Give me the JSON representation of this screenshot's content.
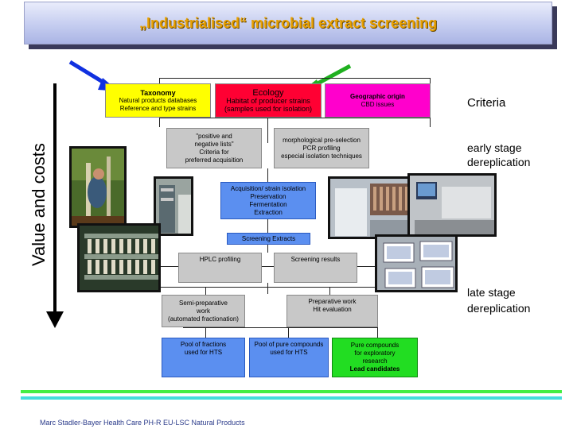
{
  "title": "„Industrialised“ microbial extract screening",
  "axis_label": "Value and costs",
  "criteria_boxes": {
    "taxonomy": {
      "heading": "Taxonomy",
      "lines": [
        "Natural products databases",
        "Reference and type strains"
      ]
    },
    "ecology": {
      "heading": "Ecology",
      "lines": [
        "Habitat of producer strains",
        "(samples used for isolation)"
      ]
    },
    "geographic": {
      "heading": "Geographic origin",
      "lines": [
        "CBD issues"
      ]
    }
  },
  "early_boxes": {
    "lists": [
      "\"positive and",
      "negative lists\"",
      "Criteria for",
      "preferred acquisition"
    ],
    "morph": [
      "morphological pre-selection",
      "PCR profiling",
      "especial isolation techniques"
    ]
  },
  "process": {
    "acquisition": [
      "Acquisition/ strain isolation",
      "Preservation",
      "Fermentation",
      "Extraction"
    ],
    "screening_extracts": "Screening Extracts",
    "hplc": "HPLC profiling",
    "screening_results": "Screening results",
    "semiprep": [
      "Semi-preparative",
      "work",
      "(automated fractionation)"
    ],
    "prep": [
      "Preparative work",
      "Hit evaluation"
    ],
    "pool_fractions": [
      "Pool of fractions",
      "used for HTS"
    ],
    "pool_pure": [
      "Pool of pure compounds",
      "used for HTS"
    ],
    "pure_compounds": [
      "Pure compounds",
      "for exploratory",
      "research"
    ],
    "lead": "Lead candidates"
  },
  "side_labels": {
    "criteria": "Criteria",
    "early": [
      "early stage",
      "dereplication"
    ],
    "late": [
      "late stage",
      "dereplication"
    ]
  },
  "footer": "Marc Stadler-Bayer Health Care PH-R EU-LSC Natural Products",
  "colors": {
    "taxonomy": "#ffff00",
    "ecology": "#ff0033",
    "geographic": "#ff00cc",
    "process_blue": "#5b8ff0",
    "lead_green": "#22dd22",
    "gray": "#c8c8c8",
    "title_text": "#e8a000",
    "arrow_blue": "#1030e0",
    "arrow_green": "#20b020",
    "footer_line_green": "#44ee44",
    "footer_line_cyan": "#44dddd"
  },
  "icons": [
    "blue-arrow-icon",
    "green-arrow-icon",
    "down-arrow-icon"
  ],
  "photos": [
    "field-sampling-photo",
    "lab-bench-photo",
    "fermentation-rack-photo",
    "hplc-lab-photo",
    "lab-equipment-photo",
    "microplates-photo"
  ]
}
